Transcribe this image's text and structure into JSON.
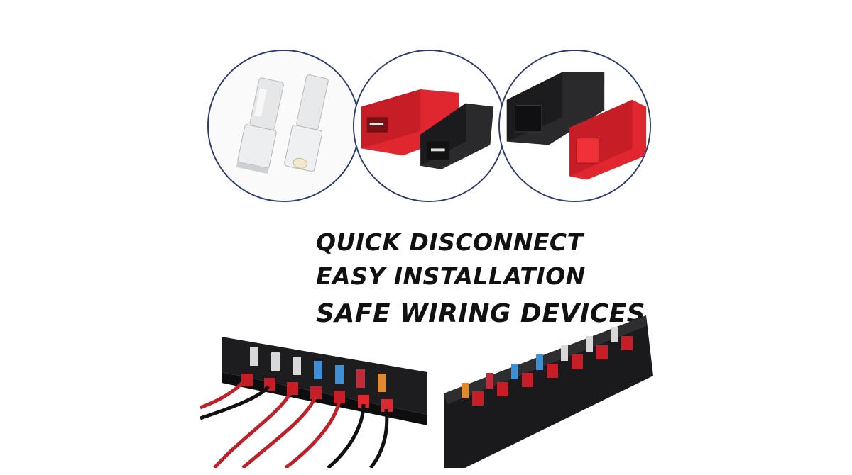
{
  "headlines": {
    "line1": "QUICK DISCONNECT",
    "line2": "EASY INSTALLATION",
    "line3": "SAFE WIRING DEVICES"
  },
  "colors": {
    "circle_border": "#2c3b6e",
    "connector_red": "#e0262f",
    "connector_black": "#2a2a2c",
    "terminal_silver": "#d9dadc"
  }
}
